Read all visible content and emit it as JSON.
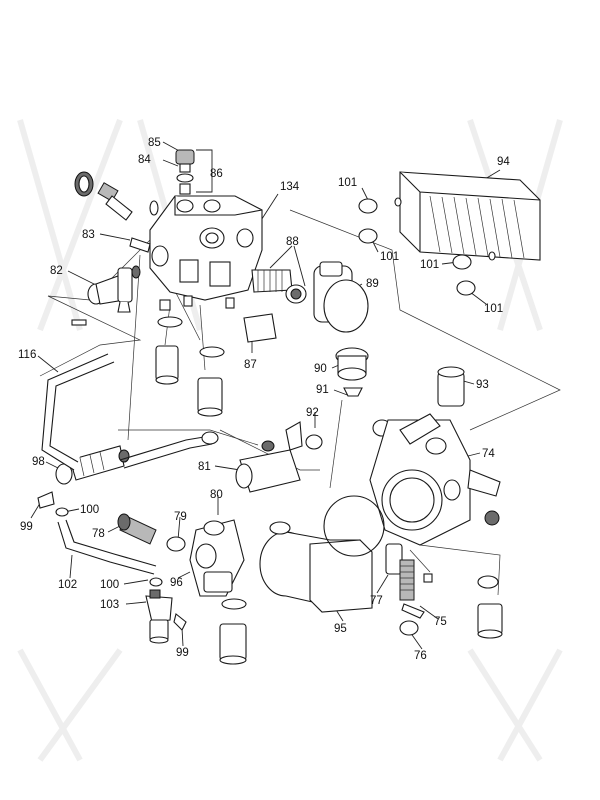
{
  "callouts": [
    {
      "id": "85",
      "text": "85"
    },
    {
      "id": "84",
      "text": "84"
    },
    {
      "id": "86",
      "text": "86"
    },
    {
      "id": "134",
      "text": "134"
    },
    {
      "id": "94",
      "text": "94"
    },
    {
      "id": "101a",
      "text": "101"
    },
    {
      "id": "101b",
      "text": "101"
    },
    {
      "id": "101c",
      "text": "101"
    },
    {
      "id": "101d",
      "text": "101"
    },
    {
      "id": "83",
      "text": "83"
    },
    {
      "id": "82",
      "text": "82"
    },
    {
      "id": "88",
      "text": "88"
    },
    {
      "id": "89",
      "text": "89"
    },
    {
      "id": "116",
      "text": "116"
    },
    {
      "id": "87",
      "text": "87"
    },
    {
      "id": "90",
      "text": "90"
    },
    {
      "id": "93",
      "text": "93"
    },
    {
      "id": "91",
      "text": "91"
    },
    {
      "id": "92",
      "text": "92"
    },
    {
      "id": "74",
      "text": "74"
    },
    {
      "id": "98",
      "text": "98"
    },
    {
      "id": "81",
      "text": "81"
    },
    {
      "id": "99a",
      "text": "99"
    },
    {
      "id": "100a",
      "text": "100"
    },
    {
      "id": "80",
      "text": "80"
    },
    {
      "id": "79",
      "text": "79"
    },
    {
      "id": "78",
      "text": "78"
    },
    {
      "id": "102",
      "text": "102"
    },
    {
      "id": "100b",
      "text": "100"
    },
    {
      "id": "96",
      "text": "96"
    },
    {
      "id": "103",
      "text": "103"
    },
    {
      "id": "77",
      "text": "77"
    },
    {
      "id": "95",
      "text": "95"
    },
    {
      "id": "75",
      "text": "75"
    },
    {
      "id": "99b",
      "text": "99"
    },
    {
      "id": "76",
      "text": "76"
    }
  ]
}
